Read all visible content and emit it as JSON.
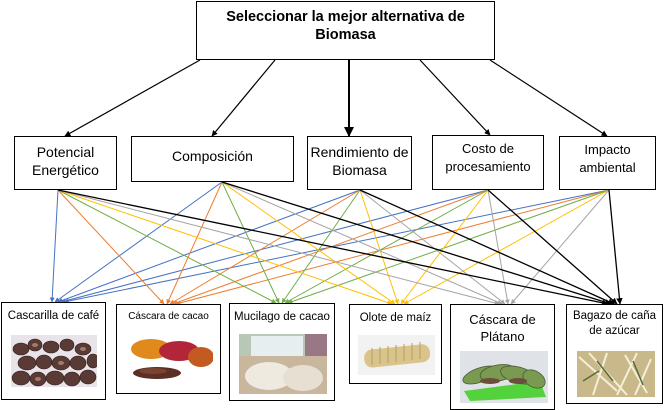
{
  "goal": {
    "label": "Seleccionar la mejor alternativa de Biomasa"
  },
  "criteria": [
    {
      "label": "Potencial Energético"
    },
    {
      "label": "Composición"
    },
    {
      "label": "Rendimiento de Biomasa"
    },
    {
      "label": "Costo de procesamiento"
    },
    {
      "label": "Impacto ambiental"
    }
  ],
  "alternatives": [
    {
      "label": "Cascarilla de café",
      "image": "coffee-husk-photo",
      "link_color": "#4472c4"
    },
    {
      "label": "Cáscara de cacao",
      "image": "cocoa-pod-photo",
      "link_color": "#ed7d31"
    },
    {
      "label": "Mucilago de cacao",
      "image": "cocoa-mucilage-photo",
      "link_color": "#70ad47"
    },
    {
      "label": "Olote de maíz",
      "image": "corn-cob-photo",
      "link_color": "#ffc000"
    },
    {
      "label": "Cáscara de Plátano",
      "image": "plantain-peel-photo",
      "link_color": "#a5a5a5"
    },
    {
      "label": "Bagazo de caña de azúcar",
      "image": "sugarcane-bagasse-photo",
      "link_color": "#000000"
    }
  ],
  "connections": {
    "goal_to_criteria": "all",
    "criteria_to_alternatives": "all"
  }
}
